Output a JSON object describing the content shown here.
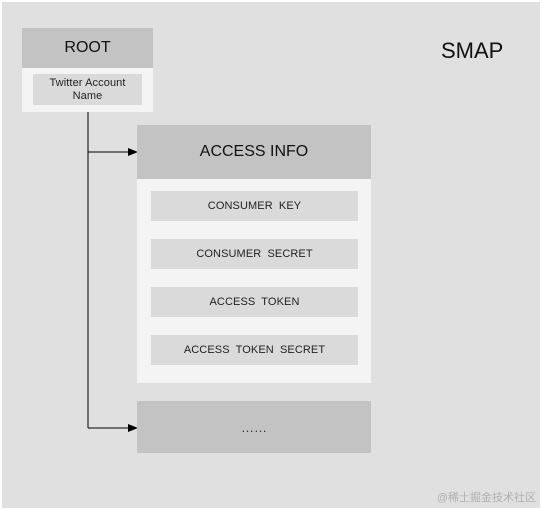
{
  "diagram": {
    "label": "SMAP",
    "root": {
      "title": "ROOT",
      "field": "Twitter Account Name"
    },
    "access_info": {
      "title": "ACCESS INFO",
      "items": [
        "CONSUMER KEY",
        "CONSUMER SECRET",
        "ACCESS TOKEN",
        "ACCESS TOKEN SECRET"
      ]
    },
    "more_placeholder": "……"
  },
  "watermark": "@稀土掘金技术社区",
  "colors": {
    "canvas": "#e0e0e0",
    "header_fill": "#c3c3c3",
    "container_fill": "#f4f4f4",
    "item_fill": "#dadada",
    "connector": "#000000"
  }
}
